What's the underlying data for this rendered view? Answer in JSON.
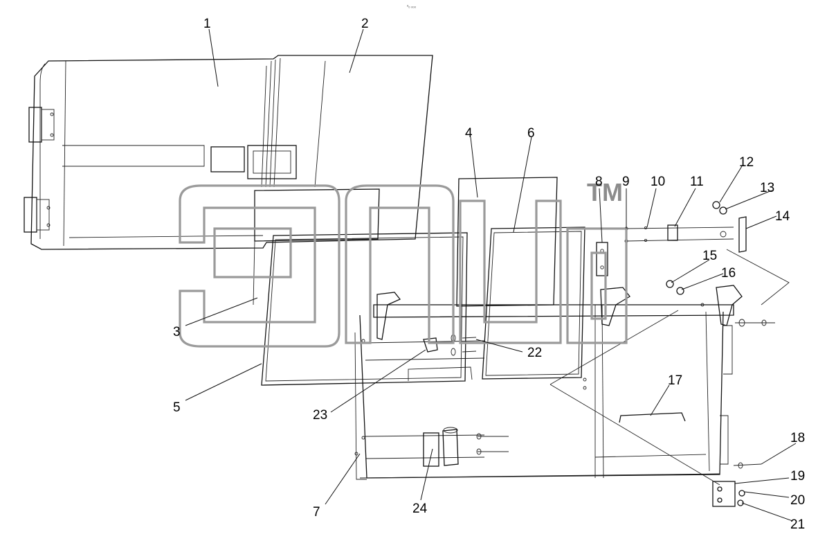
{
  "header": {
    "tiny_text": "ᵃₒ ₒₒₒ"
  },
  "watermark": {
    "mark": "TM"
  },
  "callouts": [
    "1",
    "2",
    "3",
    "4",
    "5",
    "6",
    "7",
    "8",
    "9",
    "10",
    "11",
    "12",
    "13",
    "14",
    "15",
    "16",
    "17",
    "18",
    "19",
    "20",
    "21",
    "22",
    "23",
    "24"
  ]
}
